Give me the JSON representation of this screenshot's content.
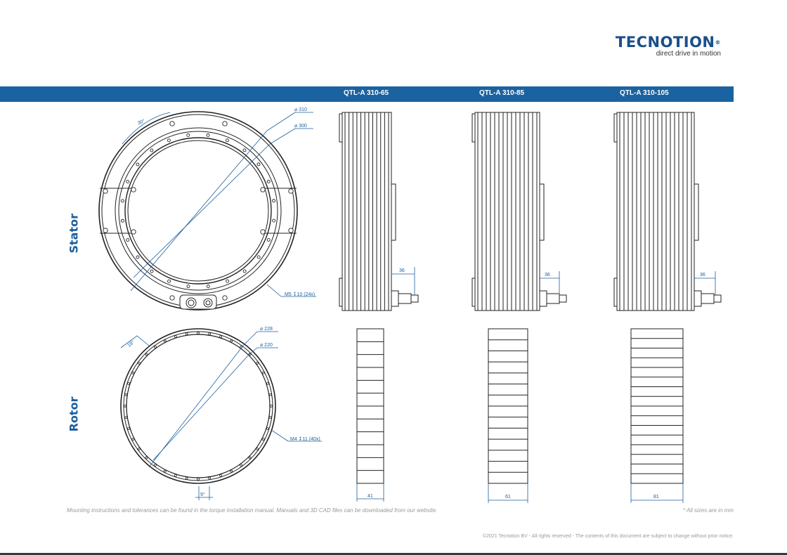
{
  "logo": {
    "brand": "TECNOTION",
    "registered": "®",
    "tagline": "direct drive in motion"
  },
  "header": {
    "columns": [
      "QTL-A 310-65",
      "QTL-A 310-85",
      "QTL-A 310-105"
    ]
  },
  "sections": {
    "stator": "Stator",
    "rotor": "Rotor"
  },
  "stator_dims": {
    "outer_dia": "310",
    "inner_dia": "300",
    "angle": "30°",
    "holes": "M5 ↧10 (24x)",
    "width": "36"
  },
  "rotor_dims": {
    "outer_dia": "228",
    "inner_dia": "220",
    "angle": "18°",
    "angle2": "9°",
    "holes": "M4 ↧11 (40x)"
  },
  "rotor_widths": [
    "41",
    "61",
    "81"
  ],
  "footer": {
    "note": "Mounting instructions and tolerances can be found in the torque installation manual. Manuals and 3D CAD files can be downloaded from our website.",
    "units": "* All sizes are in mm",
    "copyright": "©2021 Tecnotion BV - All rights reserved - The contents of this document are subject to change without prior notice."
  }
}
